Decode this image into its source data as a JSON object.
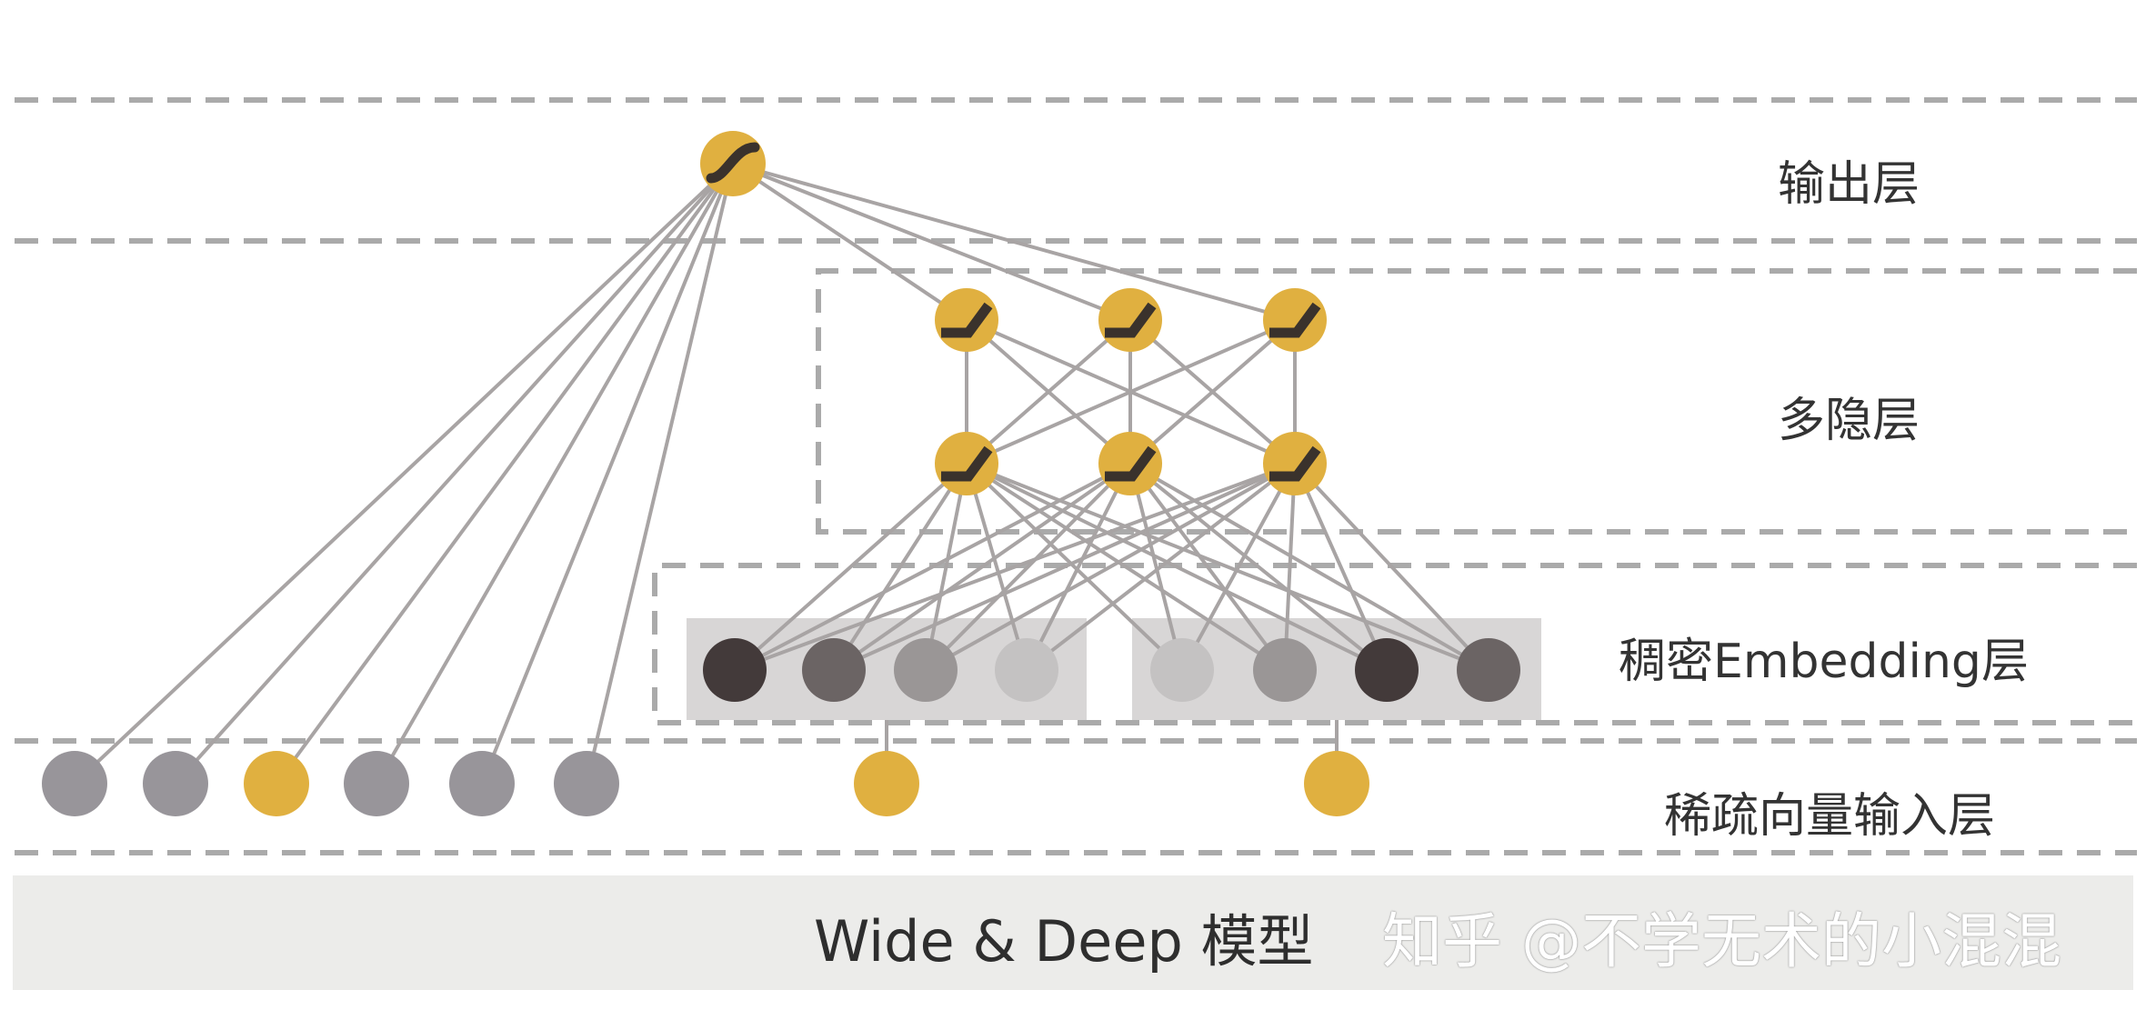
{
  "layers": {
    "output": "输出层",
    "hidden": "多隐层",
    "embedding": "稠密Embedding层",
    "input": "稀疏向量输入层"
  },
  "model_title": "Wide & Deep 模型",
  "watermark": "知乎 @不学无术的小混混",
  "colors": {
    "accent": "#e0b040",
    "sparse_node": "#98959a",
    "line": "#a8a4a4",
    "dash": "#aaaaaa",
    "embed_box": "#d8d6d6",
    "embed_shades": [
      "#433a3a",
      "#6b6464",
      "#9a9696",
      "#c4c2c2",
      "#c4c2c2",
      "#9a9696",
      "#433a3a",
      "#6b6464"
    ]
  },
  "icons": {
    "output_node": "sigmoid-icon",
    "hidden_node": "relu-icon"
  }
}
